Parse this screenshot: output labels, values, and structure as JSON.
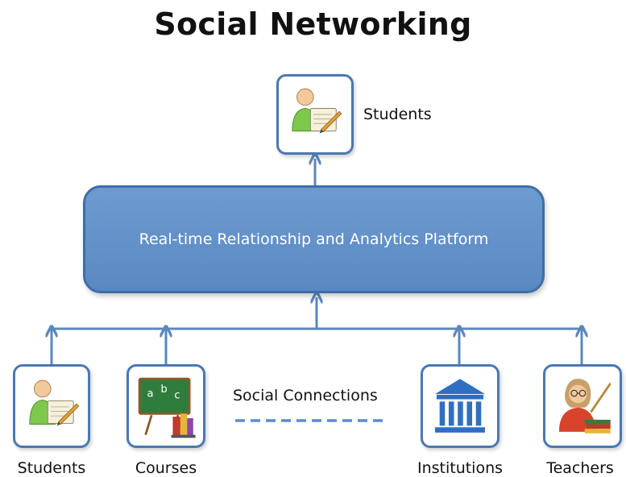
{
  "title": "Social Networking",
  "top_node": {
    "label": "Students",
    "icon": "student-icon"
  },
  "platform": {
    "label": "Real-time Relationship and Analytics Platform"
  },
  "bottom_nodes": [
    {
      "label": "Students",
      "icon": "student-icon"
    },
    {
      "label": "Courses",
      "icon": "chalkboard-icon"
    },
    {
      "label": "Institutions",
      "icon": "institution-icon"
    },
    {
      "label": "Teachers",
      "icon": "teacher-icon"
    }
  ],
  "connections_label": "Social Connections",
  "colors": {
    "accent": "#4a78b2",
    "platform_fill": "#5f8fc8",
    "dashed_line": "#5b8bd0"
  }
}
